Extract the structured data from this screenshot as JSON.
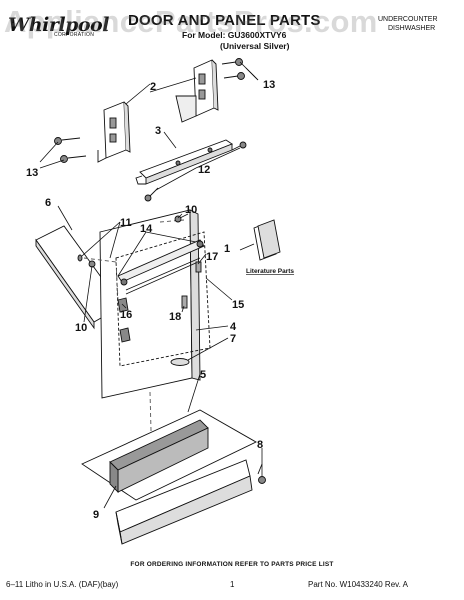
{
  "header": {
    "brand": "Whirlpool",
    "brand_sub": "CORPORATION",
    "title": "DOOR AND PANEL PARTS",
    "model_line": "For Model: GU3600XTVY6",
    "finish": "(Universal Silver)",
    "product_line1": "UNDERCOUNTER",
    "product_line2": "DISHWASHER"
  },
  "watermark": "AppliancePartsPros.com",
  "callouts": [
    "1",
    "2",
    "3",
    "4",
    "5",
    "6",
    "7",
    "8",
    "9",
    "10",
    "10",
    "11",
    "12",
    "13",
    "13",
    "14",
    "15",
    "16",
    "17",
    "18"
  ],
  "literature_label": "Literature Parts",
  "footer": {
    "note": "FOR ORDERING INFORMATION REFER TO PARTS PRICE LIST",
    "litho": "6–11 Litho in U.S.A. (DAF)(bay)",
    "page": "1",
    "part_no": "Part No. W10433240 Rev. A"
  }
}
